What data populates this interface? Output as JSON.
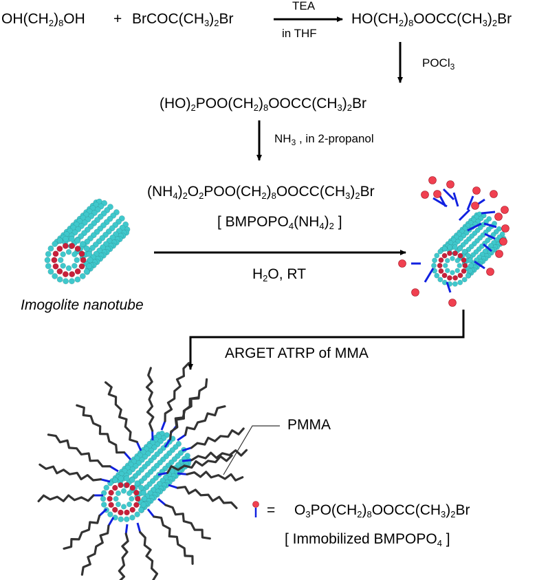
{
  "diagram": {
    "type": "reaction-scheme",
    "colors": {
      "tube_atom": "#3fc8cc",
      "tube_inner_atom": "#c8203a",
      "linker": "#1020e0",
      "initiator_head": "#f04050",
      "polymer_chain": "#333333",
      "arrow": "#000000"
    },
    "step1": {
      "reactant1": [
        {
          "t": "OH(CH"
        },
        {
          "s": "2"
        },
        {
          "t": ")"
        },
        {
          "s": "8"
        },
        {
          "t": "OH"
        }
      ],
      "plus": "+",
      "reactant2": [
        {
          "t": "BrCOC(CH"
        },
        {
          "s": "3"
        },
        {
          "t": ")"
        },
        {
          "s": "2"
        },
        {
          "t": "Br"
        }
      ],
      "reagent_above": "TEA",
      "reagent_below": "in THF",
      "product": [
        {
          "t": "HO(CH"
        },
        {
          "s": "2"
        },
        {
          "t": ")"
        },
        {
          "s": "8"
        },
        {
          "t": "OOCC(CH"
        },
        {
          "s": "3"
        },
        {
          "t": ")"
        },
        {
          "s": "2"
        },
        {
          "t": "Br"
        }
      ]
    },
    "step2": {
      "reagent": [
        {
          "t": "POCl"
        },
        {
          "s": "3"
        }
      ],
      "product": [
        {
          "t": "(HO)"
        },
        {
          "s": "2"
        },
        {
          "t": "POO(CH"
        },
        {
          "s": "2"
        },
        {
          "t": ")"
        },
        {
          "s": "8"
        },
        {
          "t": "OOCC(CH"
        },
        {
          "s": "3"
        },
        {
          "t": ")"
        },
        {
          "s": "2"
        },
        {
          "t": "Br"
        }
      ]
    },
    "step3": {
      "reagent": [
        {
          "t": "NH"
        },
        {
          "s": "3"
        },
        {
          "t": " , in 2-propanol"
        }
      ],
      "product": [
        {
          "t": "(NH"
        },
        {
          "s": "4"
        },
        {
          "t": ")"
        },
        {
          "s": "2"
        },
        {
          "t": "O"
        },
        {
          "s": "2"
        },
        {
          "t": "POO(CH"
        },
        {
          "s": "2"
        },
        {
          "t": ")"
        },
        {
          "s": "8"
        },
        {
          "t": "OOCC(CH"
        },
        {
          "s": "3"
        },
        {
          "t": ")"
        },
        {
          "s": "2"
        },
        {
          "t": "Br"
        }
      ],
      "product_abbrev": [
        {
          "t": "[ BMPOPO"
        },
        {
          "s": "4"
        },
        {
          "t": "(NH"
        },
        {
          "s": "4"
        },
        {
          "t": ")"
        },
        {
          "s": "2"
        },
        {
          "t": " ]"
        }
      ]
    },
    "step4": {
      "substrate_label": "Imogolite nanotube",
      "conditions": [
        {
          "t": "H"
        },
        {
          "s": "2"
        },
        {
          "t": "O, RT"
        }
      ]
    },
    "step5": {
      "conditions": "ARGET ATRP of MMA",
      "polymer_label": "PMMA"
    },
    "legend": {
      "equals": "=",
      "formula": [
        {
          "t": "O"
        },
        {
          "s": "3"
        },
        {
          "t": "PO(CH"
        },
        {
          "s": "2"
        },
        {
          "t": ")"
        },
        {
          "s": "8"
        },
        {
          "t": "OOCC(CH"
        },
        {
          "s": "3"
        },
        {
          "t": ")"
        },
        {
          "s": "2"
        },
        {
          "t": "Br"
        }
      ],
      "name": [
        {
          "t": "[ Immobilized BMPOPO"
        },
        {
          "s": "4"
        },
        {
          "t": " ]"
        }
      ]
    }
  }
}
